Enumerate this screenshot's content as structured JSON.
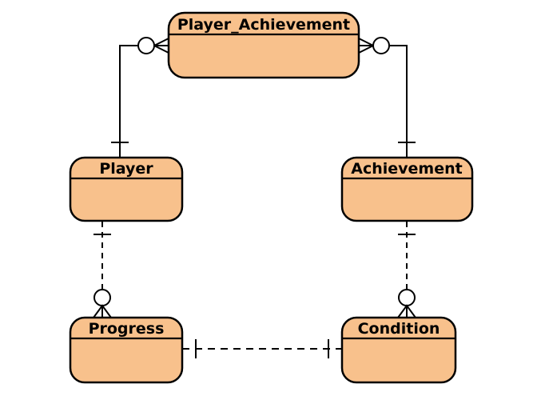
{
  "diagram": {
    "kind": "entity-relationship-diagram",
    "notation": "crows-foot",
    "background_color": "#FFFFFF",
    "entity_fill_color": "#F8C18C",
    "entity_border_color": "#000000",
    "line_color": "#000000",
    "entities": [
      {
        "name": "Player_Achievement"
      },
      {
        "name": "Player"
      },
      {
        "name": "Achievement"
      },
      {
        "name": "Progress"
      },
      {
        "name": "Condition"
      }
    ],
    "relationships": [
      {
        "from": "Player",
        "to": "Player_Achievement",
        "from_cardinality": "one",
        "to_cardinality": "zero-or-many",
        "line_style": "solid"
      },
      {
        "from": "Achievement",
        "to": "Player_Achievement",
        "from_cardinality": "one",
        "to_cardinality": "zero-or-many",
        "line_style": "solid"
      },
      {
        "from": "Player",
        "to": "Progress",
        "from_cardinality": "one",
        "to_cardinality": "zero-or-many",
        "line_style": "dashed"
      },
      {
        "from": "Achievement",
        "to": "Condition",
        "from_cardinality": "one",
        "to_cardinality": "zero-or-many",
        "line_style": "dashed"
      },
      {
        "from": "Progress",
        "to": "Condition",
        "from_cardinality": "one",
        "to_cardinality": "one",
        "line_style": "dashed"
      }
    ]
  }
}
